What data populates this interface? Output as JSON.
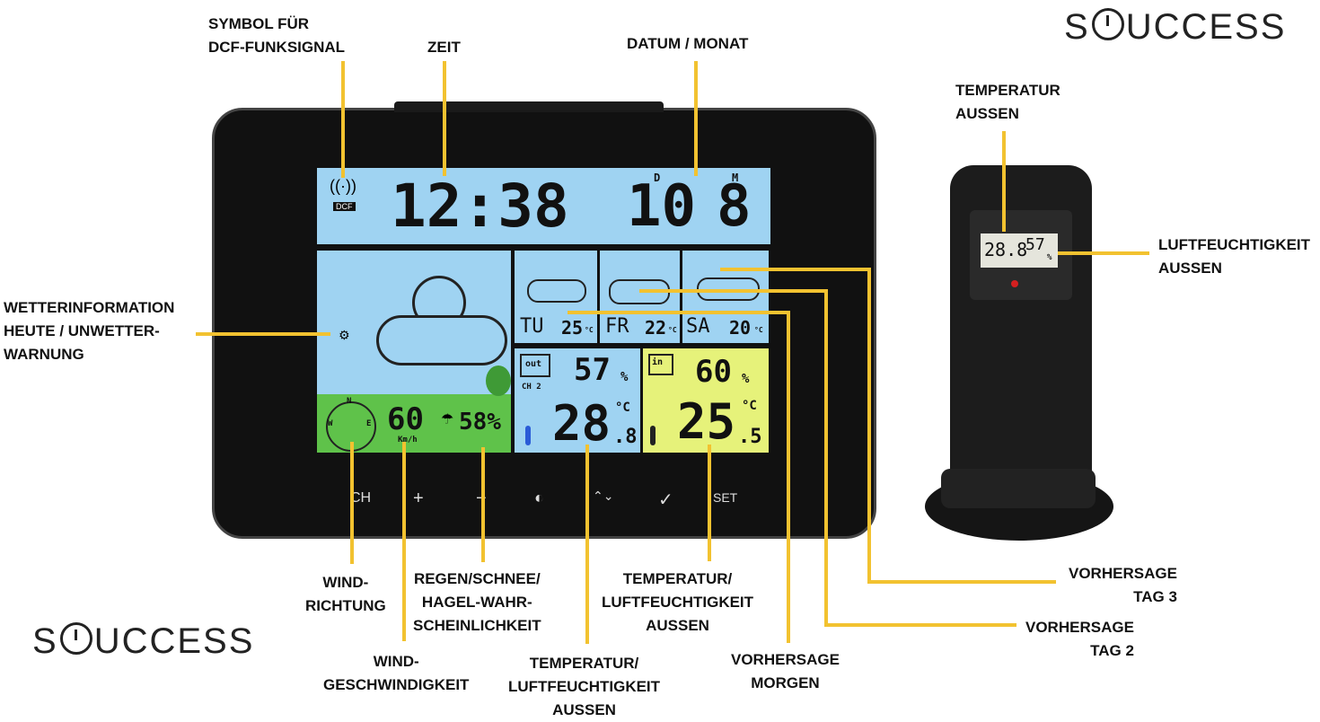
{
  "brand": "SOUCCESS",
  "labels": {
    "dcf": "SYMBOL FÜR\nDCF-FUNKSIGNAL",
    "zeit": "ZEIT",
    "datum": "DATUM / MONAT",
    "temp_aussen_top": "TEMPERATUR\nAUSSEN",
    "luft_aussen_right": "LUFTFEUCHTIGKEIT\nAUSSEN",
    "wetter": "WETTERINFORMATION\nHEUTE / UNWETTER-\nWARNUNG",
    "wind_richtung": "WIND-\nRICHTUNG",
    "wind_speed": "WIND-\nGESCHWINDIGKEIT",
    "regen": "REGEN/SCHNEE/\nHAGEL-WAHR-\nSCHEINLICHKEIT",
    "temp_luft_aussen_mid": "TEMPERATUR/\nLUFTFEUCHTIGKEIT\nAUSSEN",
    "temp_luft_aussen_bottom": "TEMPERATUR/\nLUFTFEUCHTIGKEIT\nAUSSEN",
    "vorhersage_morgen": "VORHERSAGE\nMORGEN",
    "vorhersage_tag2": "VORHERSAGE\nTAG 2",
    "vorhersage_tag3": "VORHERSAGE\nTAG 3"
  },
  "display": {
    "dcf_tag": "DCF",
    "time": "12:38",
    "day_label": "D",
    "month_label": "M",
    "day": "10",
    "month": "8",
    "forecast": [
      {
        "day": "TU",
        "temp": "25",
        "unit": "°C"
      },
      {
        "day": "FR",
        "temp": "22",
        "unit": "°C"
      },
      {
        "day": "SA",
        "temp": "20",
        "unit": "°C"
      }
    ],
    "compass_n": "N",
    "compass_w": "W",
    "compass_e": "E",
    "wind_speed": "60",
    "wind_unit": "Km/h",
    "rain_prob": "58%",
    "out_tag": "out",
    "out_humidity": "57",
    "out_temp": "28",
    "out_temp_dec": ".8",
    "out_ch": "CH 2",
    "in_tag": "in",
    "in_humidity": "60",
    "in_temp": "25",
    "in_temp_dec": ".5",
    "percent": "%",
    "celsius": "°C"
  },
  "buttons": [
    "CH",
    "+",
    "−",
    "◐",
    "⌃⌄",
    "✓",
    "SET"
  ],
  "sensor": {
    "temp": "28.8",
    "humidity": "57",
    "percent": "%"
  },
  "colors": {
    "accent_line": "#f2c230",
    "lcd_blue": "#9fd3f2",
    "lcd_green": "#5fc24a",
    "lcd_yellow": "#e6f27a"
  }
}
